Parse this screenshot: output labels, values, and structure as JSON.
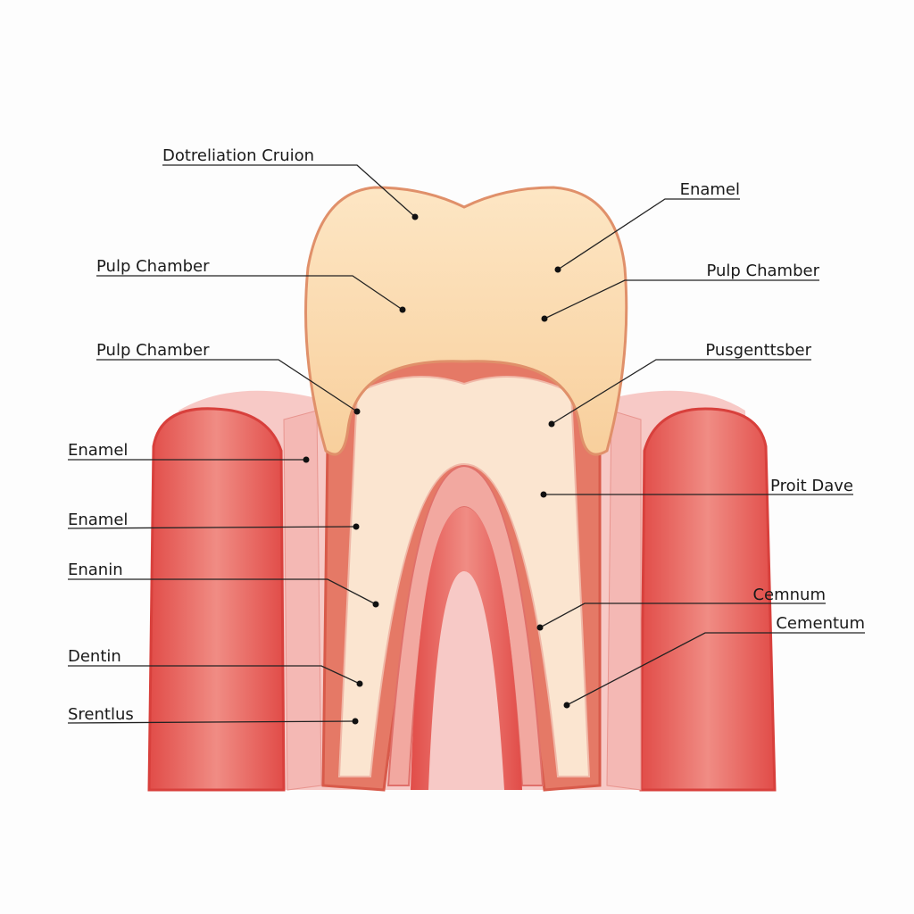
{
  "diagram": {
    "left_labels": [
      "Dotreliation Cruion",
      "Pulp Chamber",
      "Pulp Chamber",
      "Enamel",
      "Enamel",
      "Enanin",
      "Dentin",
      "Srentlus"
    ],
    "right_labels": [
      "Enamel",
      "Pulp Chamber",
      "Pusgenttsber",
      "Proit Dave",
      "Cemnum",
      "Cementum"
    ]
  },
  "colors": {
    "gum": "#e8625e",
    "enamel": "#fbdcb0",
    "dentin": "#e88a78",
    "pulp": "#fbe6d2"
  }
}
